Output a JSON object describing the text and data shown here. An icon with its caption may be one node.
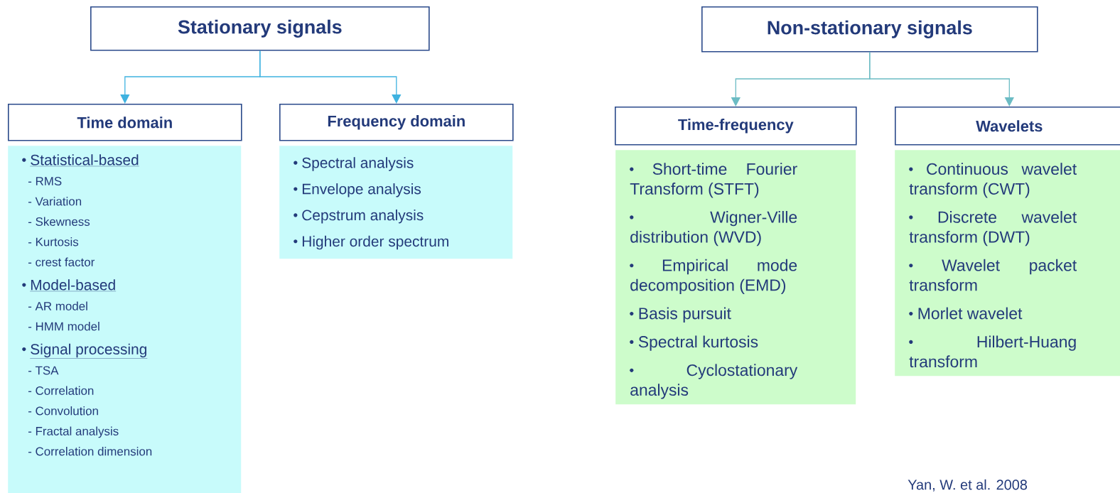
{
  "diagram": {
    "nodes": [
      {
        "text": [
          "Stationary signals"
        ]
      },
      {
        "text": [
          "Non-stationary signals"
        ]
      },
      {
        "text": [
          "Time domain"
        ]
      },
      {
        "text": [
          "Statistical-based",
          "- RMS",
          "- Variation",
          "- Skewness",
          "- Kurtosis",
          "- crest factor",
          "Model-based",
          "- AR model",
          "- HMM model",
          "Signal processing",
          "- TSA",
          "- Correlation",
          "- Convolution",
          "- Fractal analysis",
          "- Correlation dimension"
        ]
      },
      {
        "text": [
          "Frequency domain"
        ]
      },
      {
        "text": [
          "Spectral analysis",
          "Envelope analysis",
          "Cepstrum analysis",
          "Higher order spectrum"
        ]
      },
      {
        "text": [
          "Time-frequency"
        ]
      },
      {
        "text": [
          "Short-time Fourier Transform (STFT)",
          "Wigner-Ville distribution (WVD)",
          "Empirical mode decomposition (EMD)",
          "Basis pursuit",
          "Spectral kurtosis",
          "Cyclostationary analysis"
        ]
      },
      {
        "text": [
          "Wavelets"
        ]
      },
      {
        "text": [
          "Continuous wavelet transform (CWT)",
          "Discrete wavelet transform (DWT)",
          "Wavelet packet transform",
          "Morlet wavelet",
          "Hilbert-Huang transform"
        ]
      }
    ],
    "edges": [
      {
        "from": 0,
        "to": 2,
        "arrow": "to",
        "color": "#3fb2e0"
      },
      {
        "from": 0,
        "to": 4,
        "arrow": "to",
        "color": "#3fb2e0"
      },
      {
        "from": 1,
        "to": 6,
        "arrow": "to",
        "color": "#6cbcc4"
      },
      {
        "from": 1,
        "to": 8,
        "arrow": "to",
        "color": "#6cbcc4"
      }
    ],
    "labels": [
      "Yan, W. et al. 2008"
    ]
  }
}
